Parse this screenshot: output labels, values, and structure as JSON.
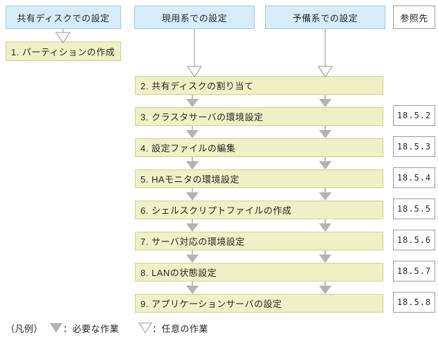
{
  "diagram": {
    "headers": [
      {
        "label": "共有ディスクでの設定"
      },
      {
        "label": "現用系での設定"
      },
      {
        "label": "予備系での設定"
      },
      {
        "label": "参照先"
      }
    ],
    "steps": [
      {
        "label": "1. パーティションの作成",
        "ref": ""
      },
      {
        "label": "2. 共有ディスクの割り当て",
        "ref": ""
      },
      {
        "label": "3. クラスタサーバの環境設定",
        "ref": "18.5.2"
      },
      {
        "label": "4. 設定ファイルの編集",
        "ref": "18.5.3"
      },
      {
        "label": "5. HAモニタの環境設定",
        "ref": "18.5.4"
      },
      {
        "label": "6. シェルスクリプトファイルの作成",
        "ref": "18.5.5"
      },
      {
        "label": "7. サーバ対応の環境設定",
        "ref": "18.5.6"
      },
      {
        "label": "8. LANの状態設定",
        "ref": "18.5.7"
      },
      {
        "label": "9. アプリケーションサーバの設定",
        "ref": "18.5.8"
      }
    ],
    "legend": {
      "prefix": "（凡例）",
      "required_label": "：必要な作業",
      "optional_label": "：任意の作業"
    },
    "icons": {
      "required_arrow": "filled-down-triangle",
      "optional_arrow": "outline-down-triangle"
    },
    "colors": {
      "header_fill": "#d7ecf9",
      "header_border": "#a6c9de",
      "step_fill": "#f0f0c6",
      "step_border": "#cfcf94",
      "ref_border": "#9b9b9b",
      "arrow_filled": "#b3b3b3",
      "arrow_outline_stroke": "#a8a8a8",
      "arrow_stem": "#c9c9c9"
    }
  }
}
